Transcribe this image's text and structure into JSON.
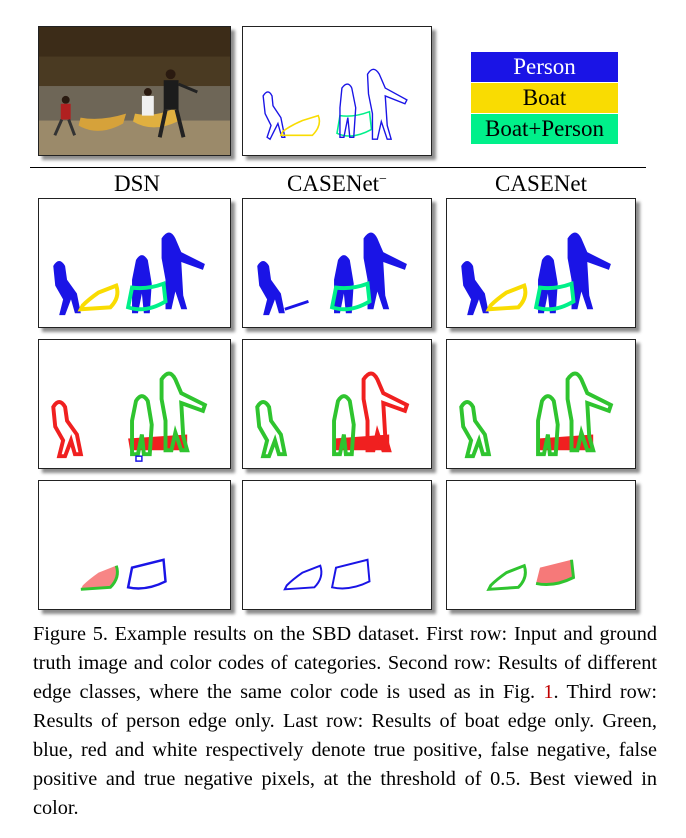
{
  "legend": {
    "items": [
      {
        "label": "Person",
        "bg": "#1a14e6",
        "fg": "#ffffff"
      },
      {
        "label": "Boat",
        "bg": "#f9dc02",
        "fg": "#000000"
      },
      {
        "label": "Boat+Person",
        "bg": "#00f08a",
        "fg": "#000000"
      }
    ]
  },
  "columns": {
    "dsn": "DSN",
    "casenet_minus_base": "CASENet",
    "casenet_minus_sup": "−",
    "casenet": "CASENet"
  },
  "caption": {
    "part1": "Figure 5. Example results on the SBD dataset. First row: Input and ground truth image and color codes of categories. Second row: Results of different edge classes, where the same color code is used as in Fig. ",
    "figref": "1",
    "part2": ". Third row: Results of person edge only. Last row: Results of boat edge only. Green, blue, red and white respectively denote true positive, false negative, false positive and true negative pixels, at the threshold of 0.5. Best viewed in color."
  },
  "colors": {
    "person": "#1a14e6",
    "boat": "#f9dc02",
    "both": "#00f08a",
    "tp": "#2fc42f",
    "fn": "#1a14e6",
    "fp": "#f02020"
  }
}
